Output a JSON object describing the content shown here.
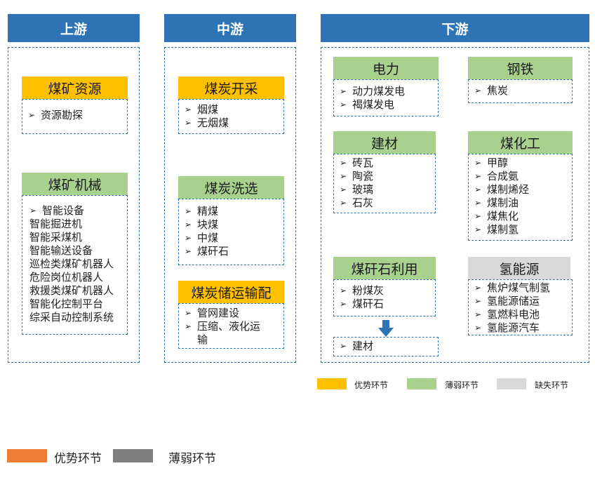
{
  "columns": {
    "upstream": "上游",
    "midstream": "中游",
    "downstream": "下游"
  },
  "upstream": {
    "coal_resource": {
      "title": "煤矿资源",
      "items": [
        "资源勘探"
      ]
    },
    "coal_machinery": {
      "title": "煤矿机械",
      "items": [
        "智能设备"
      ],
      "plain_items": [
        "智能掘进机",
        "智能采煤机",
        "智能输送设备",
        "巡检类煤矿机器人",
        "危险岗位机器人",
        "救援类煤矿机器人",
        "智能化控制平台",
        "综采自动控制系统"
      ]
    }
  },
  "midstream": {
    "mining": {
      "title": "煤炭开采",
      "items": [
        "烟煤",
        "无烟煤"
      ]
    },
    "washing": {
      "title": "煤炭洗选",
      "items": [
        "精煤",
        "块煤",
        "中煤",
        "煤矸石"
      ]
    },
    "storage": {
      "title": "煤炭储运输配",
      "items": [
        "管网建设",
        "压缩、液化运输"
      ]
    }
  },
  "downstream": {
    "power": {
      "title": "电力",
      "items": [
        "动力煤发电",
        "褐煤发电"
      ]
    },
    "steel": {
      "title": "钢铁",
      "items": [
        "焦炭"
      ]
    },
    "building": {
      "title": "建材",
      "items": [
        "砖瓦",
        "陶瓷",
        "玻璃",
        "石灰"
      ]
    },
    "chemical": {
      "title": "煤化工",
      "items": [
        "甲醇",
        "合成氨",
        "煤制烯烃",
        "煤制油",
        "煤焦化",
        "煤制氢"
      ]
    },
    "gangue": {
      "title": "煤矸石利用",
      "items": [
        "粉煤灰",
        "煤矸石"
      ],
      "result": "建材"
    },
    "hydrogen": {
      "title": "氢能源",
      "items": [
        "焦炉煤气制氢",
        "氢能源储运",
        "氢燃料电池",
        "氢能源汽车"
      ]
    }
  },
  "legend": {
    "advantage": "优势环节",
    "weak": "薄弱环节",
    "missing": "缺失环节",
    "colors": {
      "advantage": "#ffc000",
      "weak": "#a9d18e",
      "missing": "#d9d9d9"
    }
  },
  "legend_bottom": {
    "advantage": "优势环节",
    "weak": "薄弱环节",
    "colors": {
      "advantage": "#ed7d31",
      "weak": "#7f7f7f"
    }
  },
  "icons": {
    "bullet": "arrowhead-bullet-icon",
    "down_arrow": "down-arrow-icon"
  }
}
